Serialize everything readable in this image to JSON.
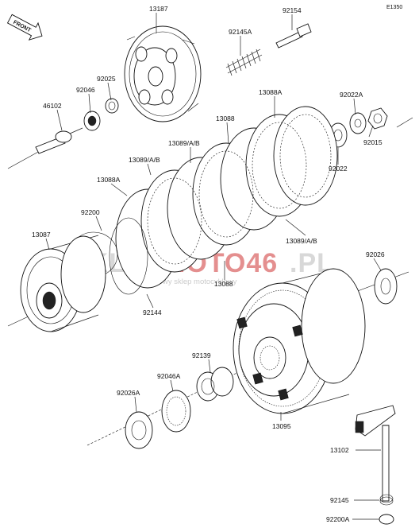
{
  "diagram": {
    "code": "E1350",
    "front_label": "FRONT",
    "watermark": {
      "part1": "SKLEP",
      "part2": "MOTO46",
      "part3": ".PL",
      "sub": "internetowy sklep motocyklowy",
      "gray": "#d6d6d6",
      "red": "#e38a8a"
    },
    "labels": [
      {
        "id": "13187",
        "text": "13187"
      },
      {
        "id": "92154",
        "text": "92154"
      },
      {
        "id": "92145A",
        "text": "92145A"
      },
      {
        "id": "92025",
        "text": "92025"
      },
      {
        "id": "92046",
        "text": "92046"
      },
      {
        "id": "46102",
        "text": "46102"
      },
      {
        "id": "13088A-top",
        "text": "13088A"
      },
      {
        "id": "92022A",
        "text": "92022A"
      },
      {
        "id": "13088-top",
        "text": "13088"
      },
      {
        "id": "13089AB-1",
        "text": "13089/A/B"
      },
      {
        "id": "13089AB-2",
        "text": "13089/A/B"
      },
      {
        "id": "92015",
        "text": "92015"
      },
      {
        "id": "92022",
        "text": "92022"
      },
      {
        "id": "13088A-left",
        "text": "13088A"
      },
      {
        "id": "92200",
        "text": "92200"
      },
      {
        "id": "13087",
        "text": "13087"
      },
      {
        "id": "13089AB-3",
        "text": "13089/A/B"
      },
      {
        "id": "92026",
        "text": "92026"
      },
      {
        "id": "13088-mid",
        "text": "13088"
      },
      {
        "id": "92144",
        "text": "92144"
      },
      {
        "id": "92139",
        "text": "92139"
      },
      {
        "id": "92046A",
        "text": "92046A"
      },
      {
        "id": "92026A",
        "text": "92026A"
      },
      {
        "id": "13095",
        "text": "13095"
      },
      {
        "id": "13102",
        "text": "13102"
      },
      {
        "id": "92145",
        "text": "92145"
      },
      {
        "id": "92200A",
        "text": "92200A"
      }
    ]
  }
}
